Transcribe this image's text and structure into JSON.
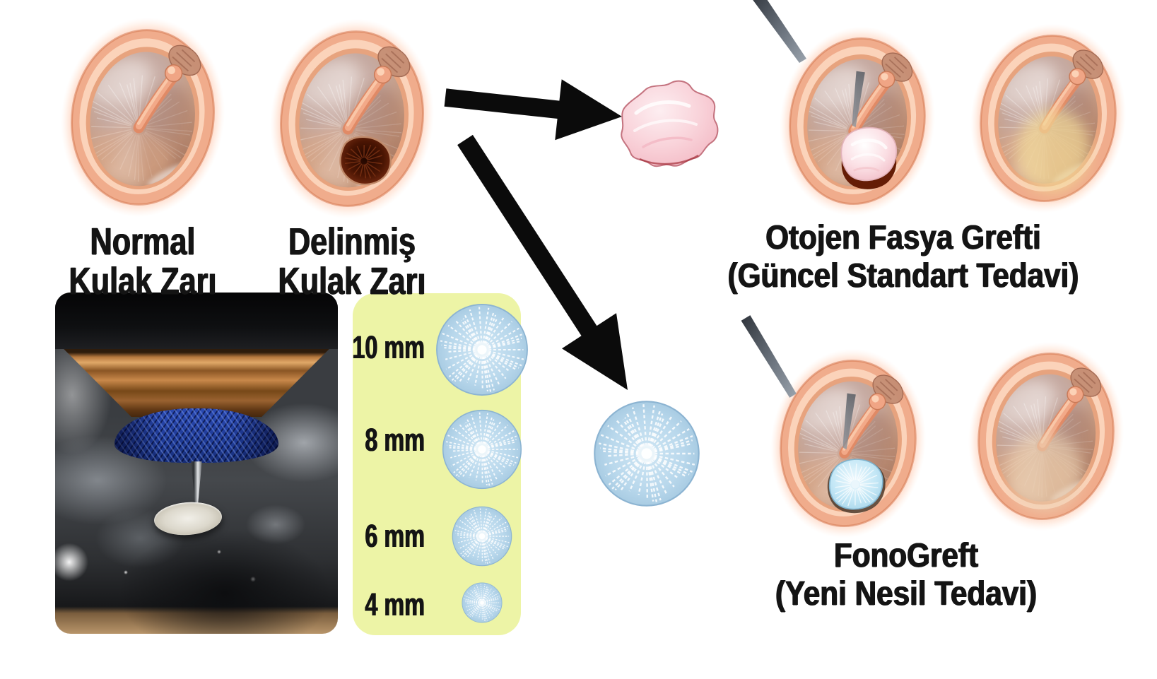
{
  "panels": {
    "normal_ear": {
      "caption_line1": "Normal",
      "caption_line2": "Kulak Zarı"
    },
    "perforated_ear": {
      "caption_line1": "Delinmiş",
      "caption_line2": "Kulak Zarı"
    },
    "standard_treatment": {
      "caption_line1": "Otojen Fasya Grefti",
      "caption_line2": "(Güncel Standart Tedavi)"
    },
    "fonogreft_treatment": {
      "caption_line1": "FonoGreft",
      "caption_line2": "(Yeni Nesil Tedavi)"
    }
  },
  "size_chart": {
    "items": [
      {
        "label": "10 mm"
      },
      {
        "label": "8 mm"
      },
      {
        "label": "6 mm"
      },
      {
        "label": "4 mm"
      }
    ],
    "panel_color": "#edf4a6",
    "disc_color": "#b9d8ec"
  },
  "colors": {
    "background": "#ffffff",
    "text": "#141414",
    "arrow": "#0b0b0b",
    "graft_pink": "#f8cdd5",
    "disc_blue": "#b9d8ec",
    "ear_rim": "#f0ac8c",
    "panel_yellow": "#edf4a6"
  }
}
